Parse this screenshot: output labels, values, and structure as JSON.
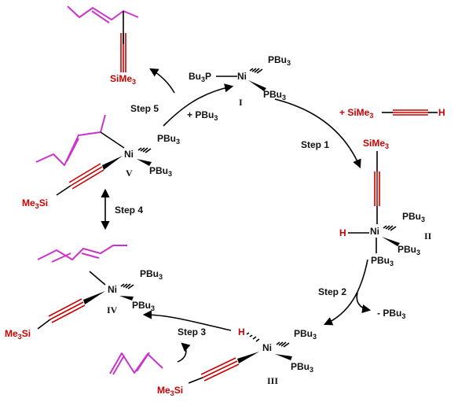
{
  "labels": {
    "bu3p": "Bu",
    "bu3p_sub": "3",
    "bu3p_p": "P",
    "ni": "Ni",
    "pbu3": "PBu",
    "pbu3_sub": "3",
    "sime3": "SiMe",
    "sime3_sub": "3",
    "me3si_pre": "Me",
    "me3si_sub": "3",
    "me3si_post": "Si",
    "h": "H",
    "plus_sime3": "+ SiMe",
    "plus_pbu3": "+ PBu",
    "minus_pbu3": "- PBu"
  },
  "complexes": {
    "I": "I",
    "II": "II",
    "III": "III",
    "IV": "IV",
    "V": "V"
  },
  "steps": {
    "step1": "Step 1",
    "step2": "Step 2",
    "step3": "Step 3",
    "step4": "Step 4",
    "step5": "Step 5"
  },
  "colors": {
    "bond": "#000000",
    "alkyne": "#cc0000",
    "alkene": "#cc33cc"
  }
}
